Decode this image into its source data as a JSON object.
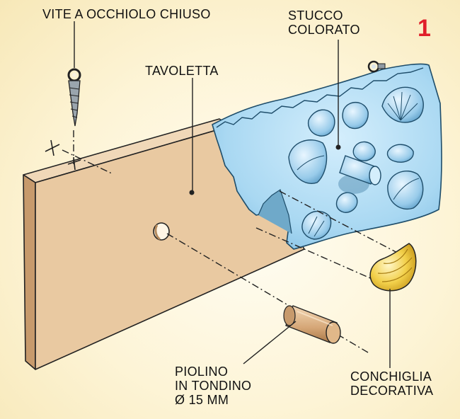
{
  "figure": {
    "number": "1"
  },
  "labels": {
    "eye_screw": "VITE A OCCHIOLO CHIUSO",
    "putty": "STUCCO\nCOLORATO",
    "board": "TAVOLETTA",
    "peg": "PIOLINO\nIN TONDINO\nØ 15 MM",
    "shell": "CONCHIGLIA\nDECORATIVA"
  },
  "colors": {
    "board_face": "#e9c9a1",
    "board_edge": "#c79a6c",
    "putty": "#a9d8f2",
    "putty_shadow": "#5fa6cc",
    "shell_decor": "#f2d04a",
    "number": "#e01f2a"
  }
}
